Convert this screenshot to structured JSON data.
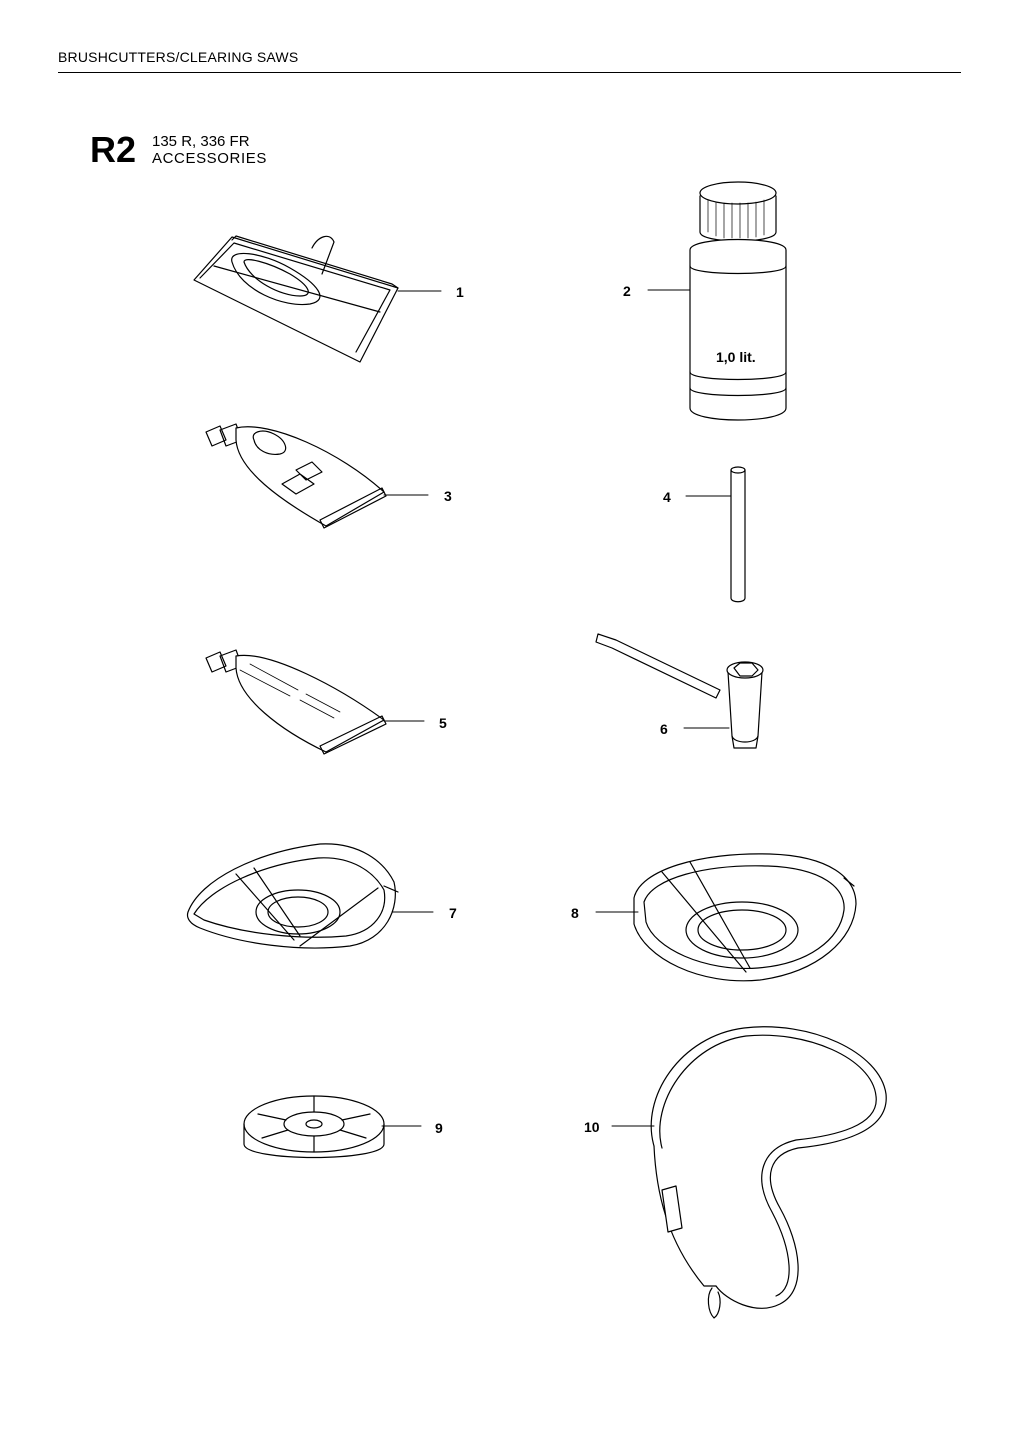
{
  "header": {
    "category": "BRUSHCUTTERS/CLEARING SAWS"
  },
  "section": {
    "code": "R2",
    "models": "135 R, 336 FR",
    "title": "ACCESSORIES"
  },
  "parts": [
    {
      "number": "1"
    },
    {
      "number": "2",
      "label": "1,0 lit."
    },
    {
      "number": "3"
    },
    {
      "number": "4"
    },
    {
      "number": "5"
    },
    {
      "number": "6"
    },
    {
      "number": "7"
    },
    {
      "number": "8"
    },
    {
      "number": "9"
    },
    {
      "number": "10"
    }
  ]
}
